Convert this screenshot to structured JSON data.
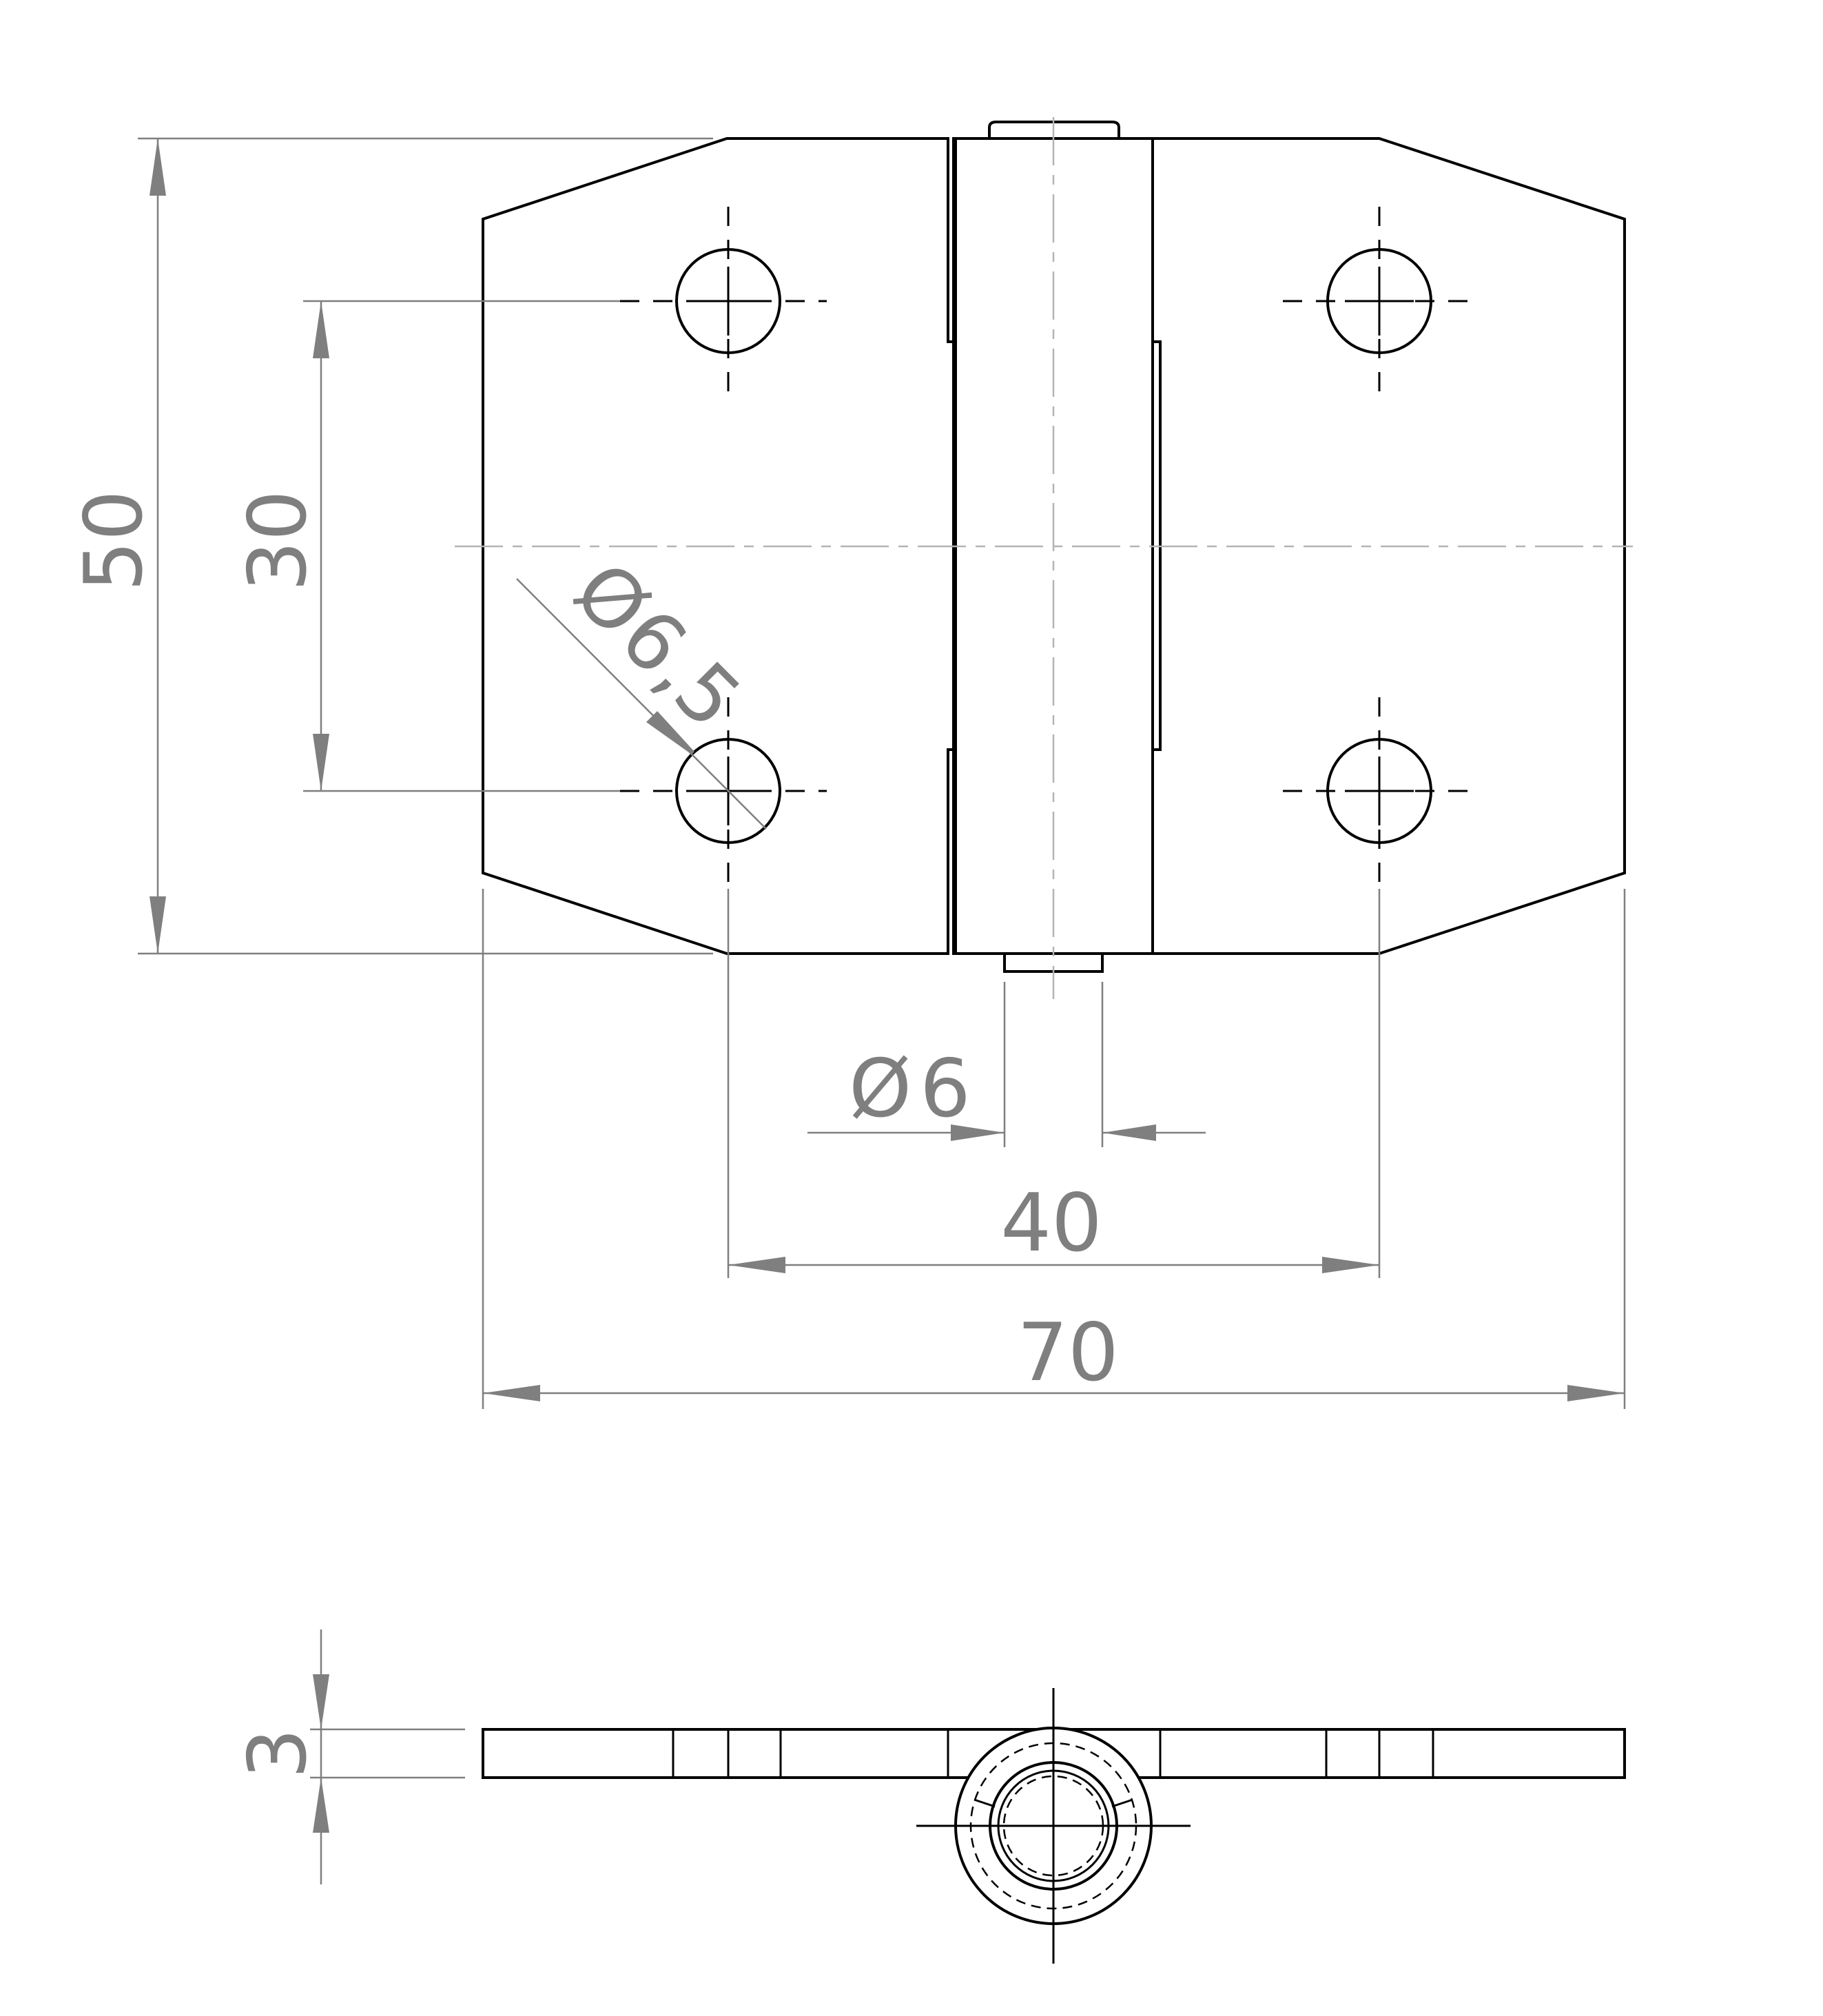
{
  "dimensions": {
    "height_total": "50",
    "hole_spacing_vertical": "30",
    "hole_diameter_symbol": "Ø",
    "hole_diameter_value": "6,5",
    "pin_diameter_symbol": "Ø",
    "pin_diameter_value": "6",
    "hole_spacing_horizontal": "40",
    "width_total": "70",
    "thickness": "3"
  },
  "colors": {
    "object_line": "#000000",
    "dimension_line": "#7f7f7f",
    "center_line": "#b4b4b4",
    "background": "#ffffff"
  }
}
